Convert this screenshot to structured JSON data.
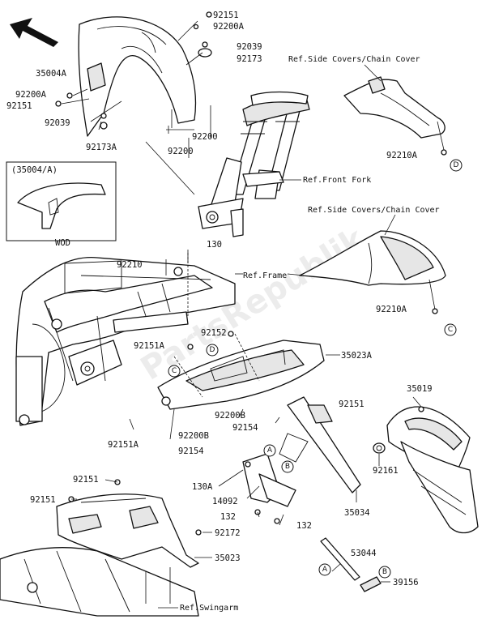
{
  "labels": {
    "l92151_a": "92151",
    "l92200A_a": "92200A",
    "l92039_a": "92039",
    "l92173_a": "92173",
    "l35004A": "35004A",
    "l92200A_b": "92200A",
    "l92151_b": "92151",
    "l92039_b": "92039",
    "l92173A": "92173A",
    "l92200_a": "92200",
    "l92200_b": "92200",
    "l92210A_a": "92210A",
    "l130_a": "130",
    "l92210": "92210",
    "l92210A_b": "92210A",
    "l92152": "92152",
    "l92151A_a": "92151A",
    "l35023A": "35023A",
    "l35019": "35019",
    "l92151_c": "92151",
    "l92200B_a": "92200B",
    "l92154_a": "92154",
    "l92151A_b": "92151A",
    "l92200B_b": "92200B",
    "l92154_b": "92154",
    "l92161": "92161",
    "l130A": "130A",
    "l14092": "14092",
    "l132_a": "132",
    "l132_b": "132",
    "l35034": "35034",
    "l92151_d": "92151",
    "l92151_e": "92151",
    "l92172": "92172",
    "l35023": "35023",
    "l53044": "53044",
    "l39156": "39156"
  },
  "references": {
    "side_covers_1": "Ref.Side Covers/Chain Cover",
    "front_fork": "Ref.Front Fork",
    "side_covers_2": "Ref.Side Covers/Chain Cover",
    "frame": "Ref.Frame",
    "swingarm": "Ref.Swingarm"
  },
  "inset": {
    "title": "(35004/A)",
    "caption": "WOD"
  },
  "markers": {
    "A": "A",
    "B": "B",
    "C": "C",
    "D": "D"
  },
  "watermark": "PartsRepublik"
}
